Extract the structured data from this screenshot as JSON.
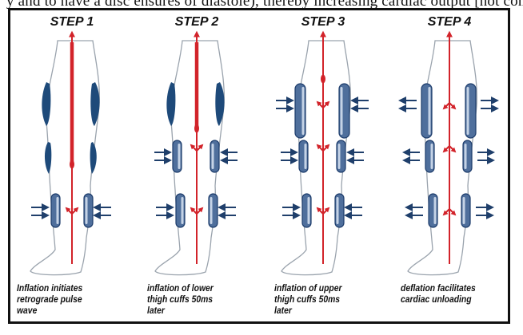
{
  "top_caption": "y and to have a disc ensures of diastole), thereby increasing cardiac output [not complete] by",
  "colors": {
    "cuff_fill": "#4f6f9c",
    "cuff_highlight": "#c5d3e6",
    "cuff_dark": "#1d3c6b",
    "upper_dark_band": "#1e4a7a",
    "artery": "#d2232a",
    "arrow": "#1f3f6b",
    "frame": "#111111"
  },
  "steps": [
    {
      "title": "STEP 1",
      "caption": [
        "Inflation initiates",
        "retrograde pulse",
        "wave"
      ]
    },
    {
      "title": "STEP 2",
      "caption": [
        "inflation of lower",
        "thigh cuffs 50ms",
        "later"
      ]
    },
    {
      "title": "STEP 3",
      "caption": [
        "inflation of upper",
        "thigh cuffs 50ms",
        "later"
      ]
    },
    {
      "title": "STEP 4",
      "caption": [
        "deflation facilitates",
        "cardiac unloading"
      ]
    }
  ]
}
